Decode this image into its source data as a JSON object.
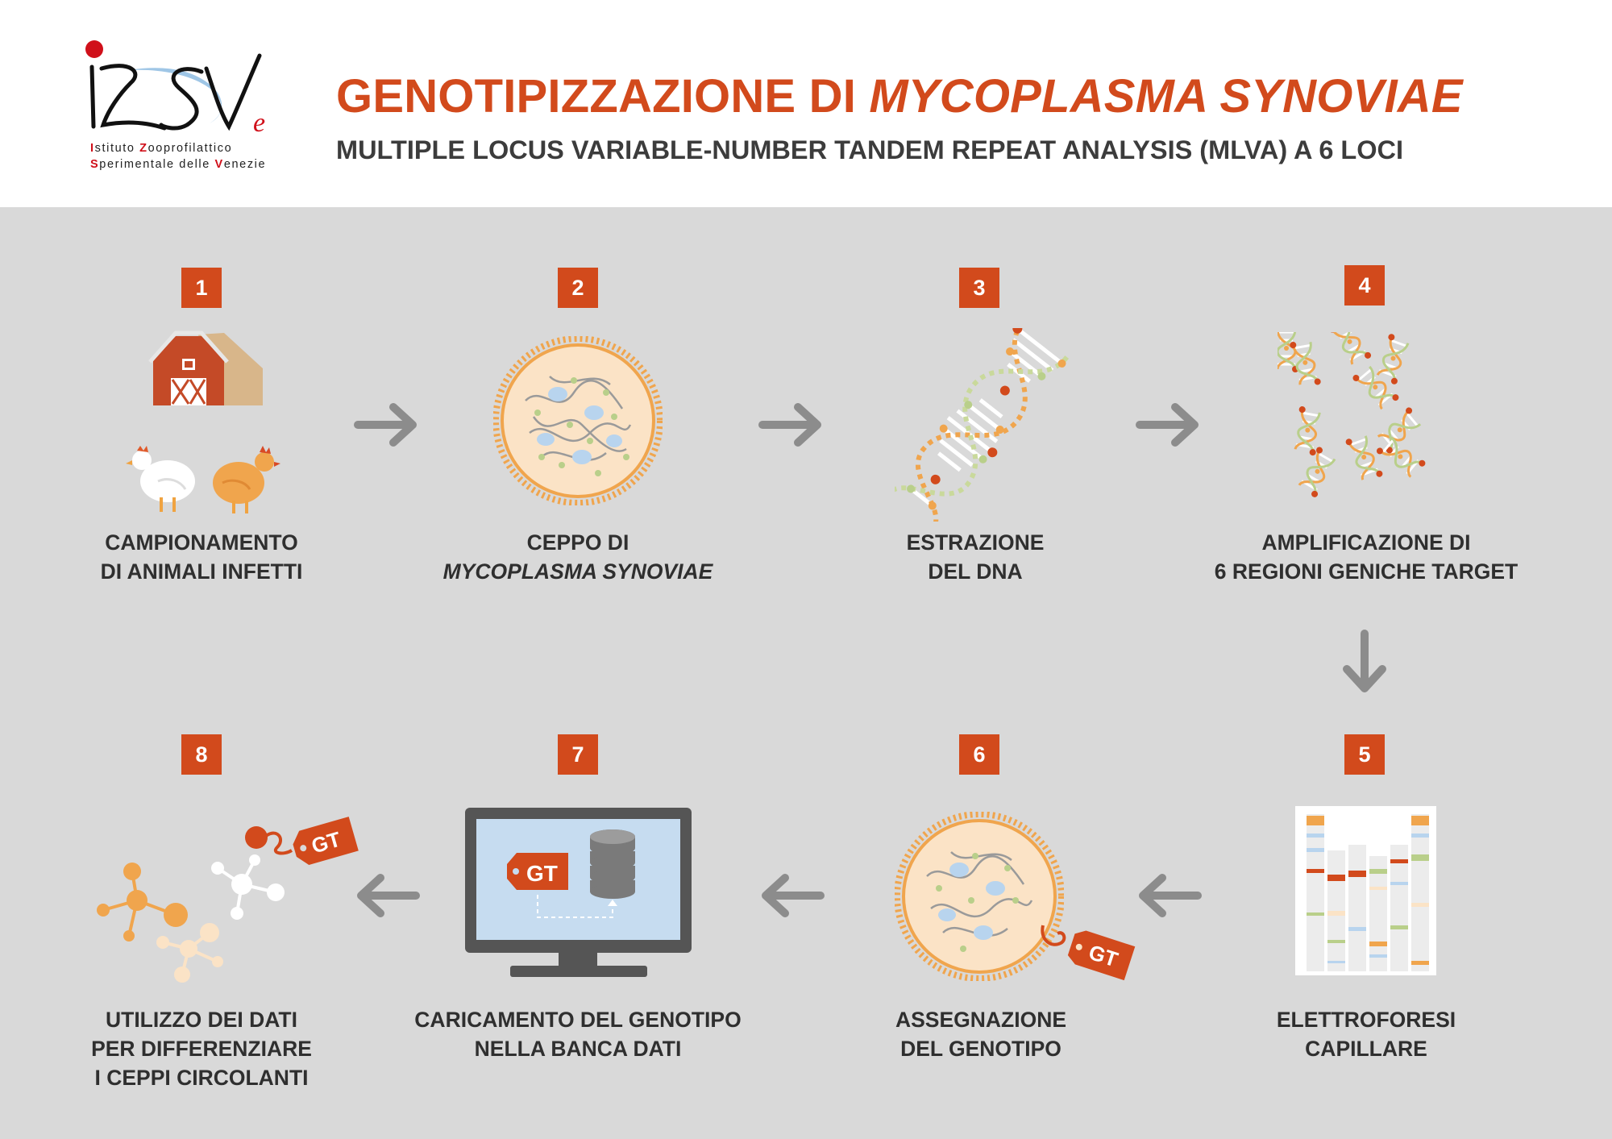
{
  "logo": {
    "mark": "IZSVe",
    "line1": [
      {
        "initial": "I",
        "rest": "stituto "
      },
      {
        "initial": "Z",
        "rest": "ooprofilattico"
      }
    ],
    "line2": [
      {
        "initial": "S",
        "rest": "perimentale delle "
      },
      {
        "initial": "V",
        "rest": "enezie"
      }
    ]
  },
  "header": {
    "title_plain": "GENOTIPIZZAZIONE DI ",
    "title_italic": "MYCOPLASMA SYNOVIAE",
    "subtitle": "MULTIPLE LOCUS VARIABLE-NUMBER TANDEM REPEAT ANALYSIS (MLVA) A 6 LOCI"
  },
  "steps": [
    {
      "number": "1",
      "line1": "CAMPIONAMENTO",
      "line2": "DI ANIMALI INFETTI",
      "icon": "farm-chickens-icon"
    },
    {
      "number": "2",
      "line1": "CEPPO DI",
      "line2_italic": "MYCOPLASMA SYNOVIAE",
      "icon": "mycoplasma-cell-icon"
    },
    {
      "number": "3",
      "line1": "ESTRAZIONE",
      "line2": "DEL DNA",
      "icon": "dna-helix-icon"
    },
    {
      "number": "4",
      "line1": "AMPLIFICAZIONE DI",
      "line2": "6 REGIONI GENICHE TARGET",
      "icon": "dna-fragments-icon"
    },
    {
      "number": "5",
      "line1": "ELETTROFORESI",
      "line2": "CAPILLARE",
      "icon": "electrophoresis-gel-icon"
    },
    {
      "number": "6",
      "line1": "ASSEGNAZIONE",
      "line2": "DEL GENOTIPO",
      "icon": "cell-genotype-tag-icon"
    },
    {
      "number": "7",
      "line1": "CARICAMENTO DEL GENOTIPO",
      "line2": "NELLA BANCA DATI",
      "icon": "monitor-database-icon"
    },
    {
      "number": "8",
      "line1": "UTILIZZO DEI DATI",
      "line2": "PER DIFFERENZIARE",
      "line3": "I CEPPI CIRCOLANTI",
      "icon": "network-genotype-icon"
    }
  ],
  "tags": {
    "genotype": "GT"
  },
  "colors": {
    "accent": "#d24a1c",
    "panel": "#d9d9d9",
    "arrow": "#8c8c8c",
    "text": "#2f2f2f"
  }
}
